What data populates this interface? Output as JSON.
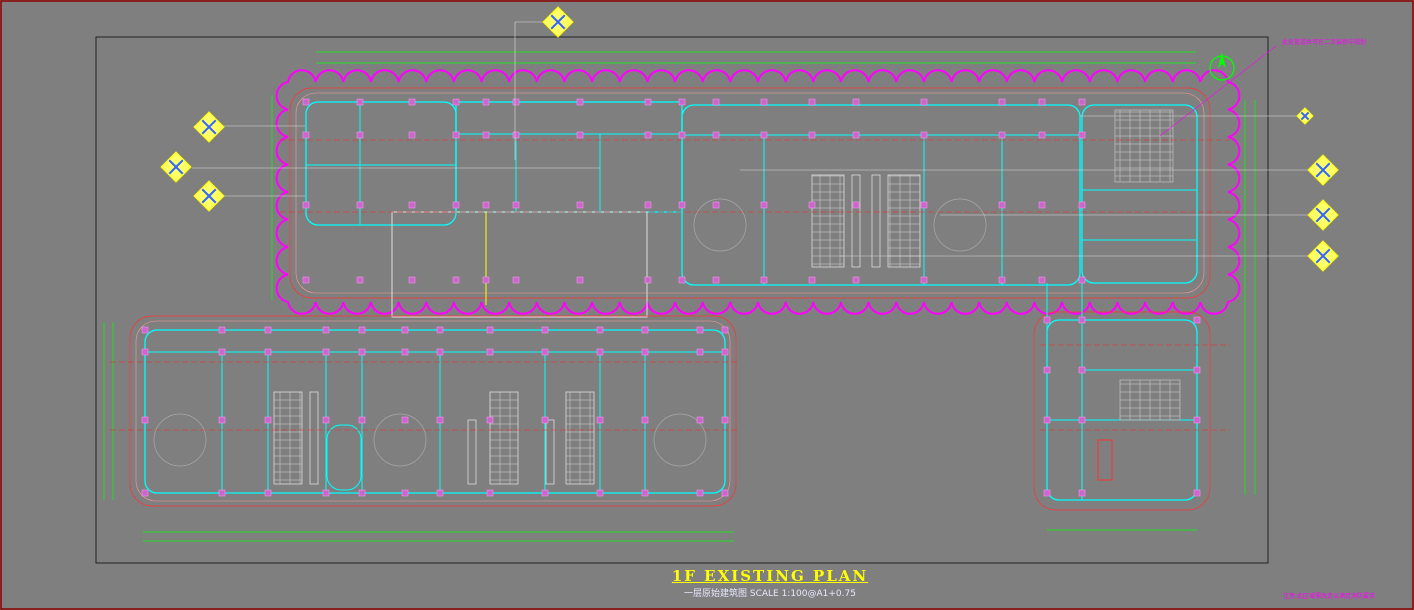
{
  "drawing": {
    "title": "1F EXISTING PLAN",
    "subtitle": "一层原始建筑图 SCALE 1:100@A1+0.75",
    "note_top": "此处管道井可在二次装修中规划",
    "note_bottom": "注意:此区域需改造以满足消防要求"
  },
  "colors": {
    "background": "#7f7f7f",
    "frame": "#8b0000",
    "wall": "#00ffff",
    "magenta_cloud": "#ff00ff",
    "axis": "#ff0000",
    "dimension": "#00ff00",
    "title": "#ffff00",
    "symbol": "#ffff00",
    "column": "#cc66cc",
    "door": "#0000ff"
  },
  "symbols": {
    "elevation_markers": "diamond-elevation-marker-icon",
    "north_arrow": "north-arrow-icon",
    "stairs": "stair-icon"
  }
}
